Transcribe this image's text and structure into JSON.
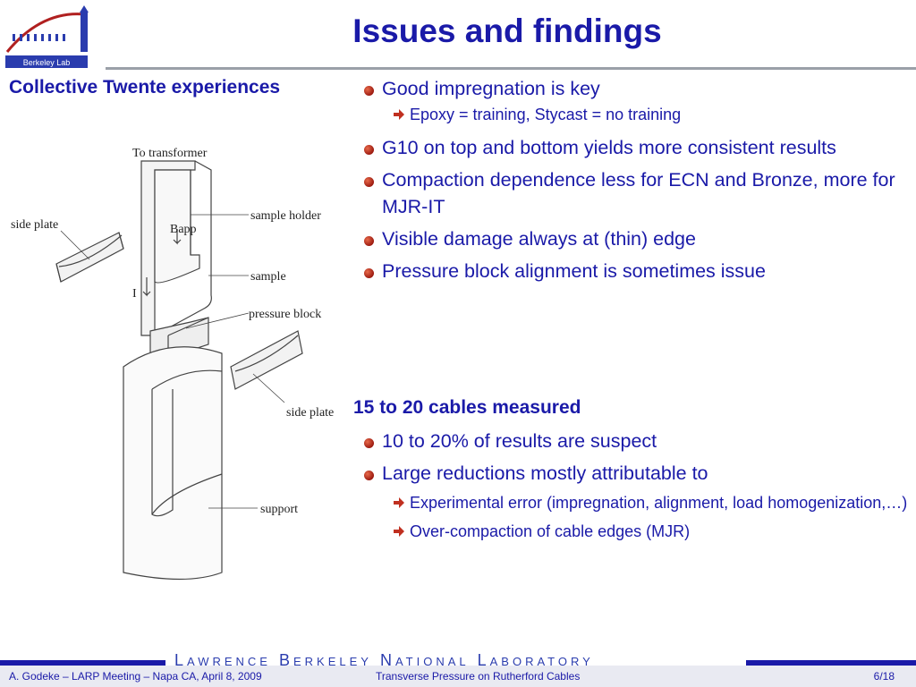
{
  "header": {
    "title": "Issues and findings",
    "logo_text": "Berkeley Lab"
  },
  "left": {
    "section_title": "Collective Twente experiences",
    "diagram_labels": {
      "to_transformer": "To transformer",
      "side_plate_top": "side plate",
      "sample_holder": "sample holder",
      "bapp": "Bapp",
      "sample": "sample",
      "current": "I",
      "pressure_block": "pressure block",
      "side_plate_bottom": "side plate",
      "support": "support"
    }
  },
  "right": {
    "items": [
      {
        "text": "Good impregnation is key",
        "subs": [
          "Epoxy = training, Stycast = no training"
        ]
      },
      {
        "text": "G10 on top and bottom yields more consistent results",
        "subs": []
      },
      {
        "text": "Compaction dependence less for ECN and Bronze, more for MJR-IT",
        "subs": []
      },
      {
        "text": "Visible damage always at (thin) edge",
        "subs": []
      },
      {
        "text": "Pressure block alignment is sometimes issue",
        "subs": []
      }
    ],
    "section2_title": "15 to 20 cables measured",
    "items2": [
      {
        "text": "10 to 20% of results are suspect",
        "subs": []
      },
      {
        "text": "Large reductions mostly attributable to",
        "subs": [
          "Experimental error (impregnation, alignment, load homogenization,…)",
          "Over-compaction of cable edges (MJR)"
        ]
      }
    ]
  },
  "footer": {
    "banner": "Lawrence Berkeley National Laboratory",
    "left": "A. Godeke – LARP Meeting – Napa CA, April 8, 2009",
    "center": "Transverse Pressure on Rutherford Cables",
    "right": "6/18"
  },
  "colors": {
    "title": "#1a1aa8",
    "bullet": "#b02010",
    "footer_bg": "#e9eaf2"
  }
}
